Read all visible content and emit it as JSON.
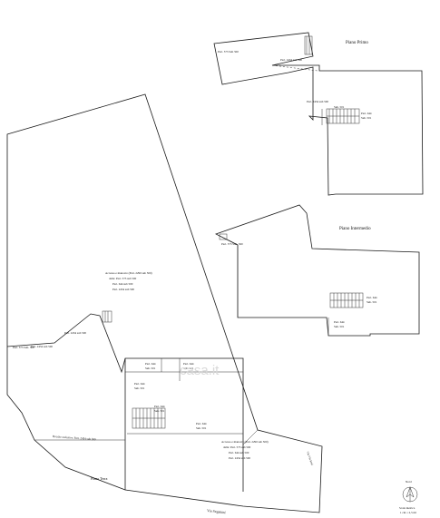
{
  "floors": {
    "primo": {
      "title": "Piano Primo",
      "labels": [
        "Part. 573 Sub 500",
        "Part. 2434 sub 500",
        "Part. 2434 sub 500",
        "Sub. 501",
        "Part. 644",
        "Sub. 501"
      ]
    },
    "intermedio": {
      "title": "Piano Intermedio",
      "labels": [
        "Part. 573 Sub. 500",
        "Part. 644",
        "Sub. 501",
        "Part. 644",
        "Sub. 501"
      ]
    },
    "terra": {
      "title": "Piano Terra",
      "labels": [
        "Part. 2434 sub 500",
        "Part. 573 Sub. 500",
        "Part. 2434 sub 500",
        "Part. 573",
        "Part. 644",
        "Sub. 501",
        "Part. 644",
        "Sub. 501",
        "Part. 644",
        "Sub. 501",
        "Part. 644",
        "Sub. 501",
        "Part. 644",
        "Sub. 501"
      ],
      "note_area": [
        "Accesso e manovre (Part. 2290 sub 500)",
        "dalle: Part. 573 sub 500",
        "Part. 644 sub 500",
        "Part. 2434 sub 500"
      ],
      "note_area2": [
        "Accesso e manovre (Part. 2290 sub 500)",
        "dalle: Part. 573 sub 500",
        "Part. 644 sub 500",
        "Part. 2434 sub 500"
      ],
      "note_bottom": "Bocche esclusive: Part. 2434 sub 500"
    }
  },
  "streets": {
    "bottom": "Via Seganini",
    "right": "Via Via Seni"
  },
  "watermark": "casa.it",
  "north_label": "Nord",
  "scale": {
    "label": "Scala metrica",
    "value": "1 cm = 2,5 ml"
  }
}
